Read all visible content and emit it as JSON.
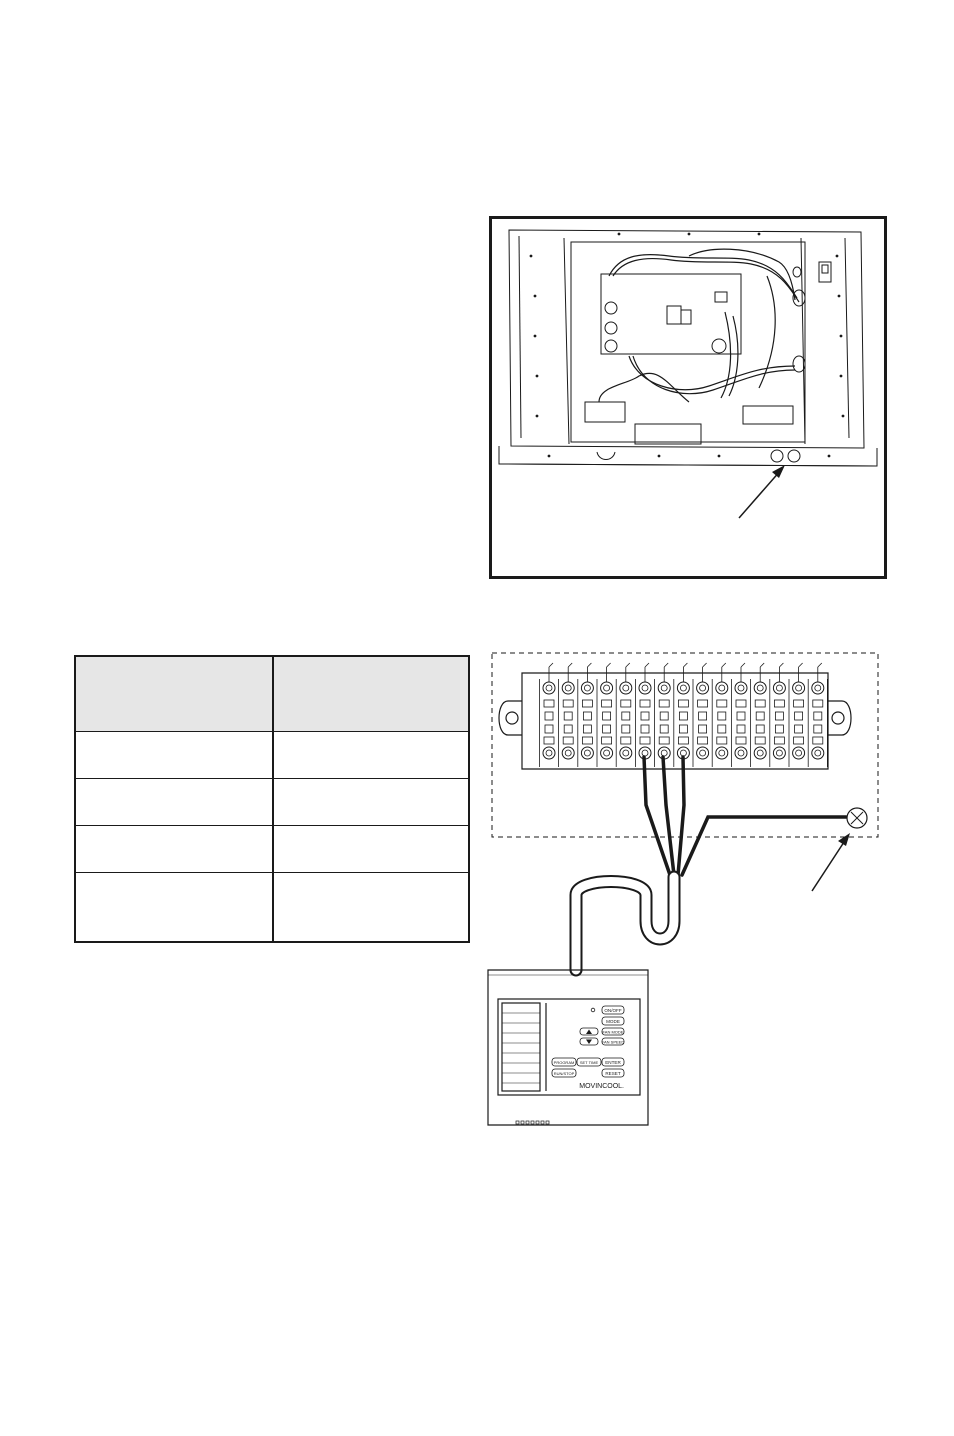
{
  "spec_table": {
    "header": [
      "",
      ""
    ],
    "rows": [
      [
        "",
        ""
      ],
      [
        "",
        ""
      ],
      [
        "",
        ""
      ],
      [
        "",
        ""
      ]
    ]
  },
  "remote_control": {
    "buttons": [
      "ON/OFF",
      "MODE",
      "FAN MODE",
      "FAN SPEED",
      "PROGRAM",
      "SET TIME",
      "ENTER",
      "RUN/STOP",
      "RESET"
    ],
    "logo_text": "MOVINCOOL."
  },
  "icons": {
    "up": "triangle-up-icon",
    "down": "triangle-down-icon",
    "ground": "ground-terminal-icon"
  },
  "colors": {
    "line": "#1a1a1a",
    "table_header": "#e6e6e6"
  }
}
